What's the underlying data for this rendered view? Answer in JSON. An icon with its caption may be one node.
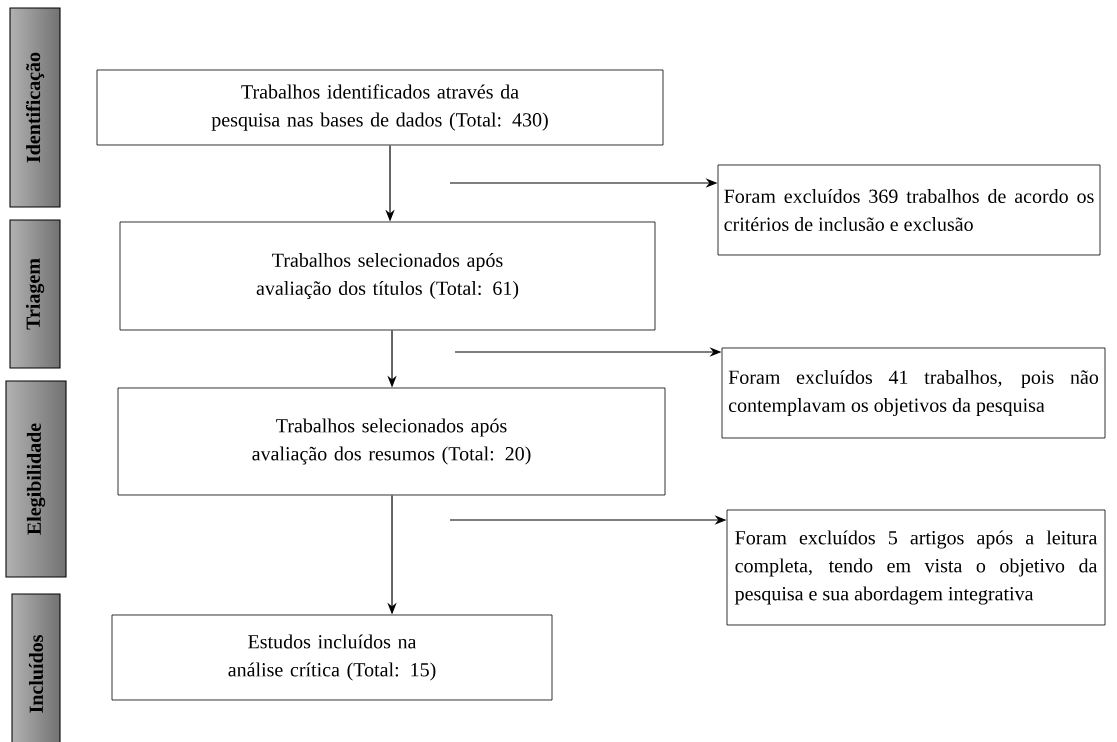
{
  "diagram": {
    "nodes": [
      {
        "text": [
          "Identificação"
        ]
      },
      {
        "text": [
          "Trabalhos identificados através da pesquisa nas bases de dados (Total: 430)"
        ]
      },
      {
        "text": [
          "Foram excluídos 369 trabalhos de acordo os critérios de inclusão e exclusão"
        ]
      },
      {
        "text": [
          "Triagem"
        ]
      },
      {
        "text": [
          "Trabalhos selecionados após avaliação dos títulos (Total: 61)"
        ]
      },
      {
        "text": [
          "Foram excluídos 41 trabalhos, pois não contemplavam os objetivos da pesquisa"
        ]
      },
      {
        "text": [
          "Elegibilidade"
        ]
      },
      {
        "text": [
          "Trabalhos selecionados após avaliação dos resumos (Total: 20)"
        ]
      },
      {
        "text": [
          "Foram excluídos 5 artigos após a leitura completa, tendo em vista o objetivo da pesquisa e sua abordagem integrativa"
        ]
      },
      {
        "text": [
          "Incluídos"
        ]
      },
      {
        "text": [
          "Estudos incluídos na análise crítica (Total: 15)"
        ]
      }
    ],
    "edges": [
      {
        "from": 1,
        "to": 4,
        "arrow": "to"
      },
      {
        "from": null,
        "to": 2,
        "arrow": "to"
      },
      {
        "from": 4,
        "to": 7,
        "arrow": "to"
      },
      {
        "from": null,
        "to": 5,
        "arrow": "to"
      },
      {
        "from": 7,
        "to": 10,
        "arrow": "to"
      },
      {
        "from": null,
        "to": 8,
        "arrow": "to"
      }
    ]
  }
}
